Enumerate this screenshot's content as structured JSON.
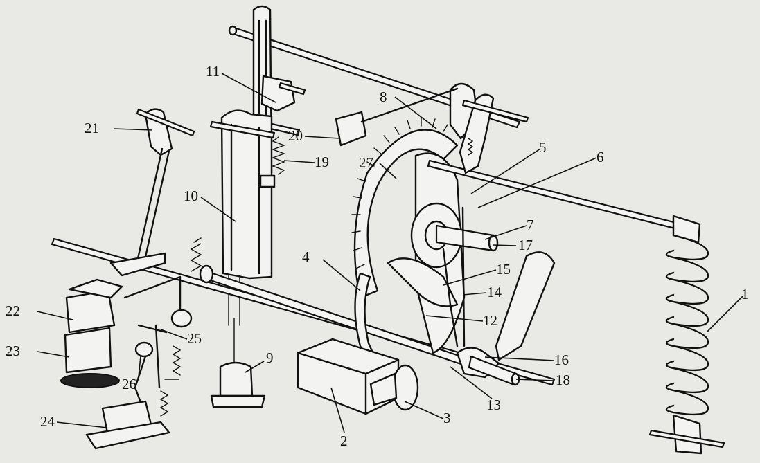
{
  "labels": [
    {
      "id": "1",
      "text": "1"
    },
    {
      "id": "2",
      "text": "2"
    },
    {
      "id": "3",
      "text": "3"
    },
    {
      "id": "4",
      "text": "4"
    },
    {
      "id": "5",
      "text": "5"
    },
    {
      "id": "6",
      "text": "6"
    },
    {
      "id": "7",
      "text": "7"
    },
    {
      "id": "8",
      "text": "8"
    },
    {
      "id": "9",
      "text": "9"
    },
    {
      "id": "10",
      "text": "10"
    },
    {
      "id": "11",
      "text": "11"
    },
    {
      "id": "12",
      "text": "12"
    },
    {
      "id": "13",
      "text": "13"
    },
    {
      "id": "14",
      "text": "14"
    },
    {
      "id": "15",
      "text": "15"
    },
    {
      "id": "16",
      "text": "16"
    },
    {
      "id": "17",
      "text": "17"
    },
    {
      "id": "18",
      "text": "18"
    },
    {
      "id": "19",
      "text": "19"
    },
    {
      "id": "20",
      "text": "20"
    },
    {
      "id": "21",
      "text": "21"
    },
    {
      "id": "22",
      "text": "22"
    },
    {
      "id": "23",
      "text": "23"
    },
    {
      "id": "24",
      "text": "24"
    },
    {
      "id": "25",
      "text": "25"
    },
    {
      "id": "26",
      "text": "26"
    },
    {
      "id": "27",
      "text": "27"
    }
  ],
  "colors": {
    "ink": "#111111",
    "paper": "#e9e9e6"
  }
}
